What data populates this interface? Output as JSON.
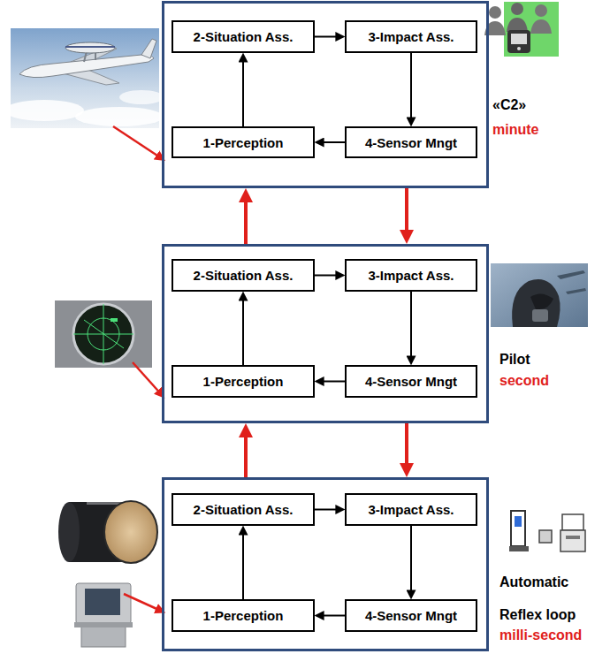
{
  "diagram": {
    "nodes": [
      {
        "text": [
          "«C2»",
          "minute"
        ]
      },
      {
        "text": [
          "2-Situation Ass."
        ],
        "in": 0
      },
      {
        "text": [
          "3-Impact Ass."
        ],
        "in": 0
      },
      {
        "text": [
          "1-Perception"
        ],
        "in": 0
      },
      {
        "text": [
          "4-Sensor Mngt"
        ],
        "in": 0
      },
      {
        "text": [
          "Pilot",
          "second"
        ]
      },
      {
        "text": [
          "2-Situation Ass."
        ],
        "in": 5
      },
      {
        "text": [
          "3-Impact Ass."
        ],
        "in": 5
      },
      {
        "text": [
          "1-Perception"
        ],
        "in": 5
      },
      {
        "text": [
          "4-Sensor Mngt"
        ],
        "in": 5
      },
      {
        "text": [
          "Automatic",
          "Reflex loop",
          "milli-second"
        ]
      },
      {
        "text": [
          "2-Situation Ass."
        ],
        "in": 10
      },
      {
        "text": [
          "3-Impact Ass."
        ],
        "in": 10
      },
      {
        "text": [
          "1-Perception"
        ],
        "in": 10
      },
      {
        "text": [
          "4-Sensor Mngt"
        ],
        "in": 10
      }
    ],
    "edges": [
      {
        "from": 3,
        "to": 1,
        "arrow": "to"
      },
      {
        "from": 1,
        "to": 2,
        "arrow": "to"
      },
      {
        "from": 2,
        "to": 4,
        "arrow": "to"
      },
      {
        "from": 4,
        "to": 3,
        "arrow": "to"
      },
      {
        "from": 8,
        "to": 6,
        "arrow": "to"
      },
      {
        "from": 6,
        "to": 7,
        "arrow": "to"
      },
      {
        "from": 7,
        "to": 9,
        "arrow": "to"
      },
      {
        "from": 9,
        "to": 8,
        "arrow": "to"
      },
      {
        "from": 13,
        "to": 11,
        "arrow": "to"
      },
      {
        "from": 11,
        "to": 12,
        "arrow": "to"
      },
      {
        "from": 12,
        "to": 14,
        "arrow": "to"
      },
      {
        "from": 14,
        "to": 13,
        "arrow": "to"
      },
      {
        "from": 5,
        "to": 0,
        "arrow": "to"
      },
      {
        "from": 0,
        "to": 5,
        "arrow": "to"
      },
      {
        "from": 10,
        "to": 5,
        "arrow": "to"
      },
      {
        "from": 5,
        "to": 10,
        "arrow": "to"
      }
    ]
  }
}
